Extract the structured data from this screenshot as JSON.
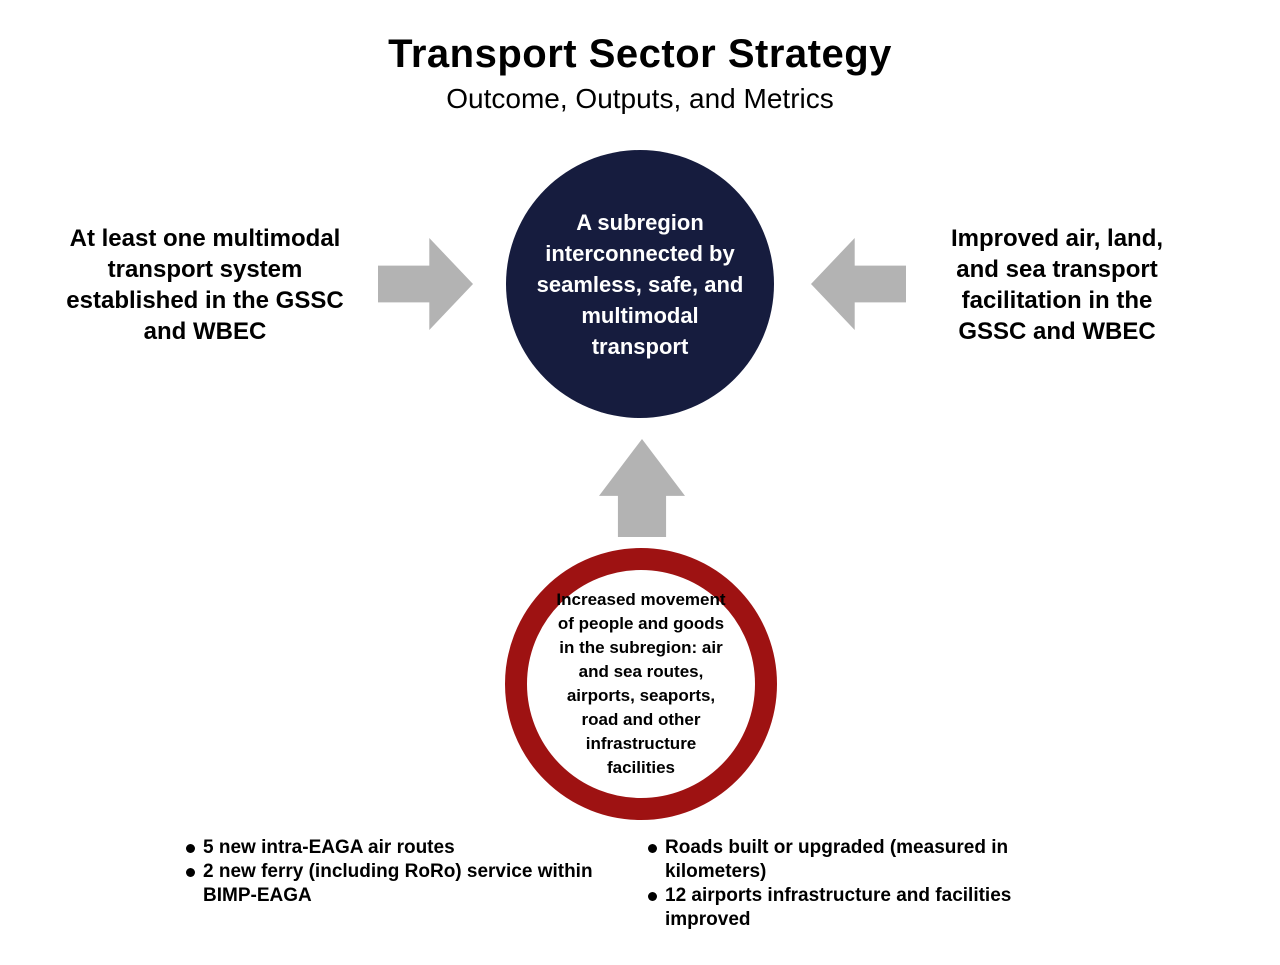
{
  "header": {
    "title": "Transport Sector Strategy",
    "subtitle": "Outcome, Outputs, and Metrics"
  },
  "outcome_circle": {
    "text": "A subregion\ninterconnected by\nseamless, safe, and\nmultimodal\ntransport"
  },
  "output_left": {
    "text": "At least one multimodal\ntransport system\nestablished in the GSSC\nand WBEC"
  },
  "output_right": {
    "text": "Improved air, land,\nand sea transport\nfacilitation in the\nGSSC and WBEC"
  },
  "metric_circle": {
    "text": "Increased movement\nof people and goods\nin the subregion: air\nand sea routes,\nairports, seaports,\nroad and other\ninfrastructure\nfacilities"
  },
  "metrics_left": {
    "items": [
      "5 new intra-EAGA air routes",
      "2 new ferry (including RoRo) service within\nBIMP-EAGA"
    ]
  },
  "metrics_right": {
    "items": [
      "Roads built or upgraded (measured in\nkilometers)",
      "12 airports infrastructure and facilities\nimproved"
    ]
  },
  "colors": {
    "outcome_navy": "#161c3e",
    "metric_ring_red": "#9e1212",
    "arrow_gray": "#b3b3b3",
    "text_black": "#000000"
  }
}
